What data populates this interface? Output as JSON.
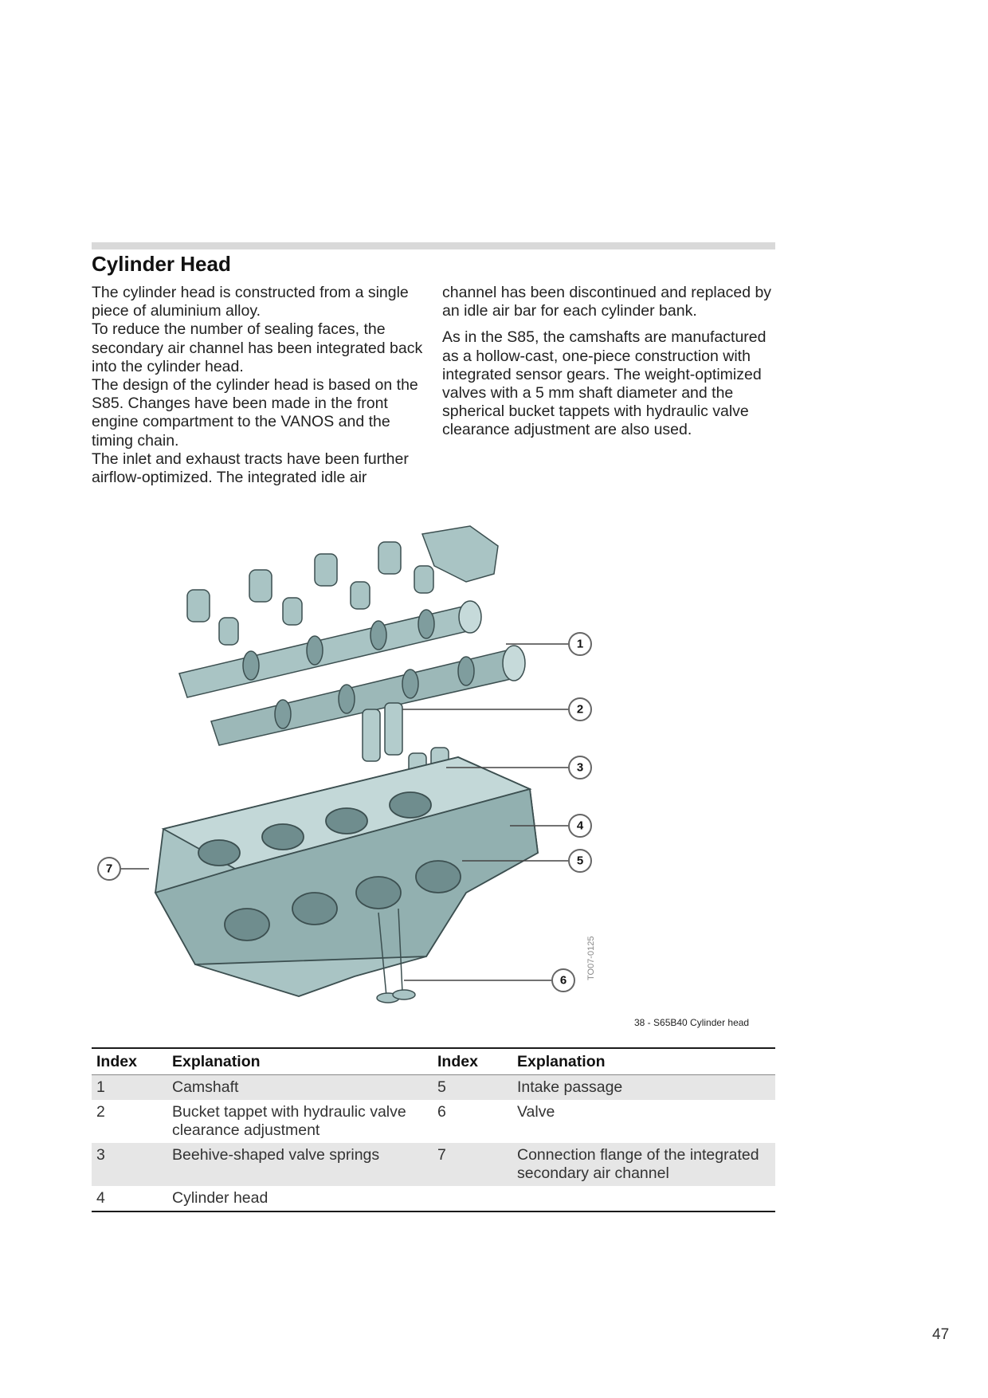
{
  "title": "Cylinder Head",
  "left_paragraphs": [
    "The cylinder head is constructed from a single piece of aluminium alloy.",
    "To reduce the number of sealing faces, the secondary air channel has been integrated back into the cylinder head.",
    "The design of the cylinder head is based on the S85. Changes have been made in the front engine compartment to the VANOS and the timing chain.",
    "The inlet and exhaust tracts have been further airflow-optimized. The integrated idle air"
  ],
  "right_paragraphs": [
    "channel has been discontinued and replaced by an idle air bar for each cylinder bank.",
    "As in the S85, the camshafts are manufactured as a hollow-cast, one-piece construction with integrated sensor gears. The weight-optimized valves with a 5 mm shaft diameter and the spherical bucket tappets with hydraulic valve clearance adjustment are also used."
  ],
  "figure": {
    "callouts": [
      "1",
      "2",
      "3",
      "4",
      "5",
      "6",
      "7"
    ],
    "code": "TO07-0125",
    "caption": "38 -   S65B40 Cylinder head",
    "colors": {
      "metal": "#a9c4c4",
      "metal_dark": "#7f9d9e",
      "outline": "#3c4f50"
    }
  },
  "table": {
    "headers": [
      "Index",
      "Explanation",
      "Index",
      "Explanation"
    ],
    "rows": [
      [
        "1",
        "Camshaft",
        "5",
        "Intake passage"
      ],
      [
        "2",
        "Bucket tappet with hydraulic valve clearance adjustment",
        "6",
        "Valve"
      ],
      [
        "3",
        "Beehive-shaped valve springs",
        "7",
        "Connection flange of the integrated secondary air channel"
      ],
      [
        "4",
        "Cylinder head",
        "",
        ""
      ]
    ]
  },
  "page_number": "47"
}
